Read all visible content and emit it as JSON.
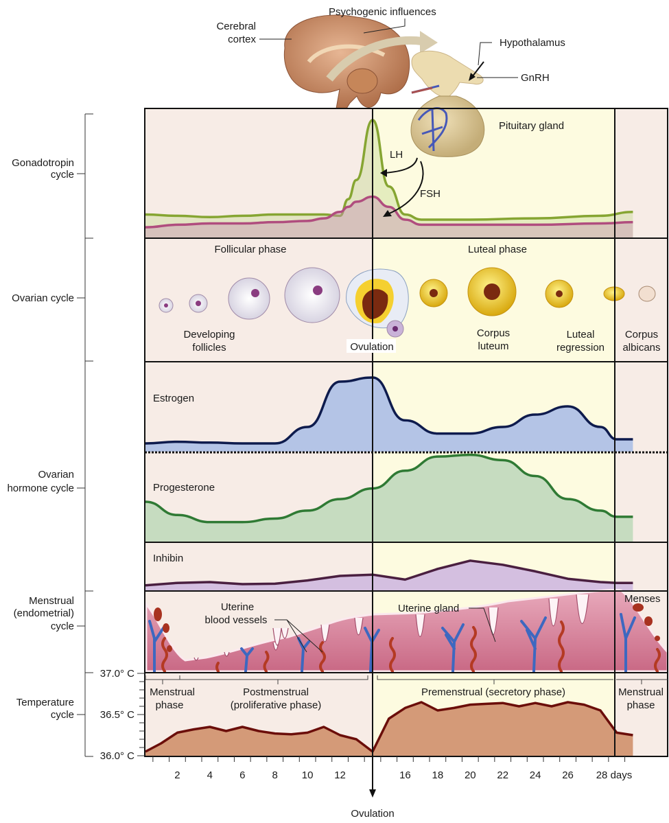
{
  "top": {
    "cerebral_cortex": [
      "Cerebral",
      "cortex"
    ],
    "psychogenic": "Psychogenic influences",
    "hypothalamus": "Hypothalamus",
    "gnrh": "GnRH",
    "pituitary": "Pituitary gland",
    "lh": "LH",
    "fsh": "FSH"
  },
  "side_labels": {
    "gonadotropin": [
      "Gonadotropin",
      "cycle"
    ],
    "ovarian": "Ovarian cycle",
    "ovarian_hormone": [
      "Ovarian",
      "hormone cycle"
    ],
    "menstrual": [
      "Menstrual",
      "(endometrial)",
      "cycle"
    ],
    "temperature": [
      "Temperature",
      "cycle"
    ]
  },
  "temperature_scale": [
    "37.0° C",
    "36.5° C",
    "36.0° C"
  ],
  "ovarian": {
    "follicular": "Follicular phase",
    "luteal": "Luteal phase",
    "developing": [
      "Developing",
      "follicles"
    ],
    "ovulation": "Ovulation",
    "corpus_luteum": [
      "Corpus",
      "luteum"
    ],
    "luteal_regression": [
      "Luteal",
      "regression"
    ],
    "corpus_albicans": [
      "Corpus",
      "albicans"
    ]
  },
  "hormones": {
    "estrogen": "Estrogen",
    "progesterone": "Progesterone",
    "inhibin": "Inhibin"
  },
  "endometrium": {
    "vessels": [
      "Uterine",
      "blood vessels"
    ],
    "gland": "Uterine gland",
    "menses": "Menses"
  },
  "phases": {
    "menstrual1": [
      "Menstrual",
      "phase"
    ],
    "postmenstrual": [
      "Postmenstrual",
      "(proliferative phase)"
    ],
    "premenstrual": "Premenstrual (secretory phase)",
    "menstrual2": [
      "Menstrual",
      "phase"
    ]
  },
  "axis": {
    "ticks": [
      "2",
      "4",
      "6",
      "8",
      "10",
      "12",
      "16",
      "18",
      "20",
      "22",
      "24",
      "26",
      "28 days"
    ],
    "ovulation": "Ovulation"
  },
  "colors": {
    "follicular_bg": "#f7ece6",
    "luteal_bg": "#fdfbe0",
    "lh": "#86a532",
    "fsh": "#b04d7e",
    "estrogen": "#0e1b4d",
    "progesterone": "#2f7a34",
    "inhibin": "#4a1f40",
    "temperature": "#6b0e0a"
  },
  "chart_data": [
    {
      "type": "area",
      "title": "Gonadotropin cycle",
      "x": [
        0,
        2,
        4,
        6,
        8,
        10,
        11,
        12,
        12.5,
        13,
        14,
        15,
        16,
        17,
        20,
        24,
        28,
        30
      ],
      "series": [
        {
          "name": "LH",
          "values": [
            18,
            17,
            16,
            17,
            18,
            18,
            18,
            17,
            30,
            45,
            92,
            40,
            18,
            14,
            14,
            15,
            17,
            20
          ]
        },
        {
          "name": "FSH",
          "values": [
            8,
            10,
            11,
            11,
            12,
            13,
            15,
            20,
            24,
            28,
            32,
            24,
            14,
            10,
            10,
            10,
            11,
            12
          ]
        }
      ],
      "ylim": [
        0,
        100
      ]
    },
    {
      "type": "area",
      "title": "Ovarian hormone cycle",
      "x": [
        0,
        2,
        4,
        6,
        8,
        10,
        12,
        14,
        16,
        18,
        20,
        22,
        24,
        26,
        28,
        29,
        30
      ],
      "series": [
        {
          "name": "Estrogen",
          "values": [
            10,
            12,
            11,
            10,
            10,
            30,
            85,
            90,
            38,
            22,
            22,
            30,
            45,
            55,
            30,
            15,
            15
          ]
        },
        {
          "name": "Progesterone",
          "values": [
            45,
            30,
            22,
            22,
            26,
            35,
            48,
            60,
            80,
            96,
            98,
            92,
            74,
            48,
            35,
            28,
            28
          ]
        },
        {
          "name": "Inhibin",
          "values": [
            12,
            18,
            20,
            15,
            16,
            24,
            35,
            38,
            26,
            52,
            72,
            62,
            46,
            28,
            20,
            18,
            18
          ]
        }
      ],
      "ylim": [
        0,
        100
      ]
    },
    {
      "type": "line",
      "title": "Temperature cycle",
      "xlabel": "days",
      "x": [
        0,
        1,
        2,
        3,
        4,
        5,
        6,
        7,
        8,
        9,
        10,
        11,
        12,
        13,
        14,
        15,
        16,
        17,
        18,
        19,
        20,
        21,
        22,
        23,
        24,
        25,
        26,
        27,
        28,
        29,
        30
      ],
      "values": [
        36.05,
        36.15,
        36.28,
        36.32,
        36.35,
        36.3,
        36.35,
        36.3,
        36.27,
        36.26,
        36.28,
        36.35,
        36.25,
        36.2,
        36.05,
        36.45,
        36.58,
        36.65,
        36.55,
        36.58,
        36.62,
        36.63,
        36.64,
        36.6,
        36.64,
        36.6,
        36.65,
        36.62,
        36.55,
        36.28,
        36.25
      ],
      "ylim": [
        36.0,
        37.0
      ]
    }
  ]
}
